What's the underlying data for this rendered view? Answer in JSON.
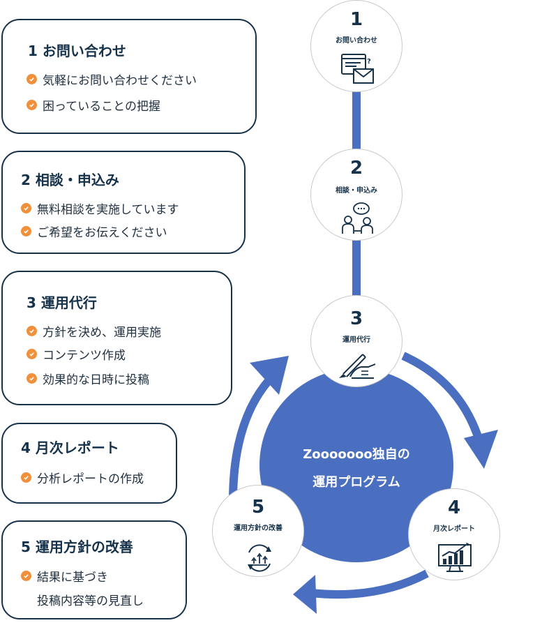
{
  "colors": {
    "card_border": "#16324b",
    "check": "#f0903c",
    "accent_blue": "#4a6fc1",
    "step_border": "#c9c9c9"
  },
  "cards": [
    {
      "title": "1 お問い合わせ",
      "items": [
        {
          "text": "気軽にお問い合わせください",
          "check": true
        },
        {
          "text": "困っていることの把握",
          "check": true
        }
      ]
    },
    {
      "title": "2 相談・申込み",
      "items": [
        {
          "text": "無料相談を実施しています",
          "check": true
        },
        {
          "text": "ご希望をお伝えください",
          "check": true
        }
      ]
    },
    {
      "title": "3 運用代行",
      "items": [
        {
          "text": "方針を決め、運用実施",
          "check": true
        },
        {
          "text": "コンテンツ作成",
          "check": true
        },
        {
          "text": "効果的な日時に投稿",
          "check": true
        }
      ]
    },
    {
      "title": "4 月次レポート",
      "items": [
        {
          "text": "分析レポートの作成",
          "check": true
        }
      ]
    },
    {
      "title": "5 運用方針の改善",
      "items": [
        {
          "text": "結果に基づき",
          "check": true
        },
        {
          "text": "投稿内容等の見直し",
          "check": false
        }
      ]
    }
  ],
  "steps": [
    {
      "num": "1",
      "label": "お問い合わせ",
      "icon": "mail-form-icon"
    },
    {
      "num": "2",
      "label": "相談・申込み",
      "icon": "consultation-icon"
    },
    {
      "num": "3",
      "label": "運用代行",
      "icon": "hand-pen-icon"
    },
    {
      "num": "4",
      "label": "月次レポート",
      "icon": "chart-monitor-icon"
    },
    {
      "num": "5",
      "label": "運用方針の改善",
      "icon": "improvement-cycle-icon"
    }
  ],
  "center": {
    "line1": "Zooooooo独自の",
    "line2": "運用プログラム"
  }
}
